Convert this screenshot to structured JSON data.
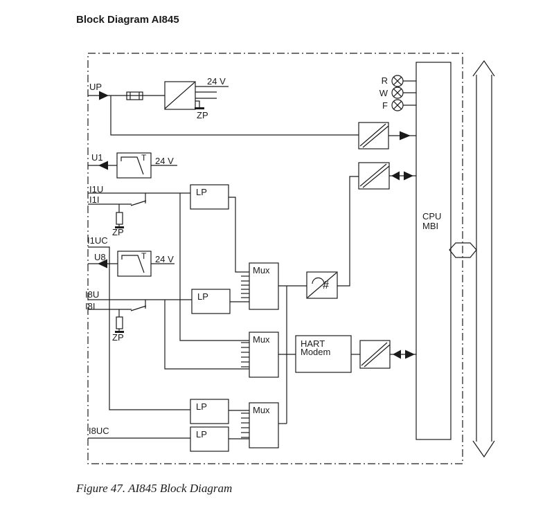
{
  "title": "Block Diagram AI845",
  "caption": "Figure 47. AI845 Block Diagram",
  "colors": {
    "line": "#1a1a1a",
    "background": "#ffffff"
  },
  "diagram": {
    "power": {
      "input_terminal": "UP",
      "output_voltage": "24 V",
      "ground": "ZP"
    },
    "transmitter_supply_1": {
      "terminal": "U1",
      "limiter": "T",
      "voltage": "24 V"
    },
    "transmitter_supply_2": {
      "terminal": "U8",
      "limiter": "T",
      "voltage": "24 V"
    },
    "inputs": {
      "i1u": "I1U",
      "i1i": "I1I",
      "i1uc": "I1UC",
      "i8u": "I8U",
      "i8i": "I8I",
      "i8uc": "I8UC"
    },
    "channel_ground_1": "ZP",
    "channel_ground_2": "ZP",
    "lp_filter": "LP",
    "multiplexer": "Mux",
    "adc_symbol": "#",
    "hart_modem": {
      "line1": "HART",
      "line2": "Modem"
    },
    "cpu": {
      "line1": "CPU",
      "line2": "MBI"
    },
    "leds": {
      "run": "R",
      "warning": "W",
      "fault": "F"
    }
  }
}
